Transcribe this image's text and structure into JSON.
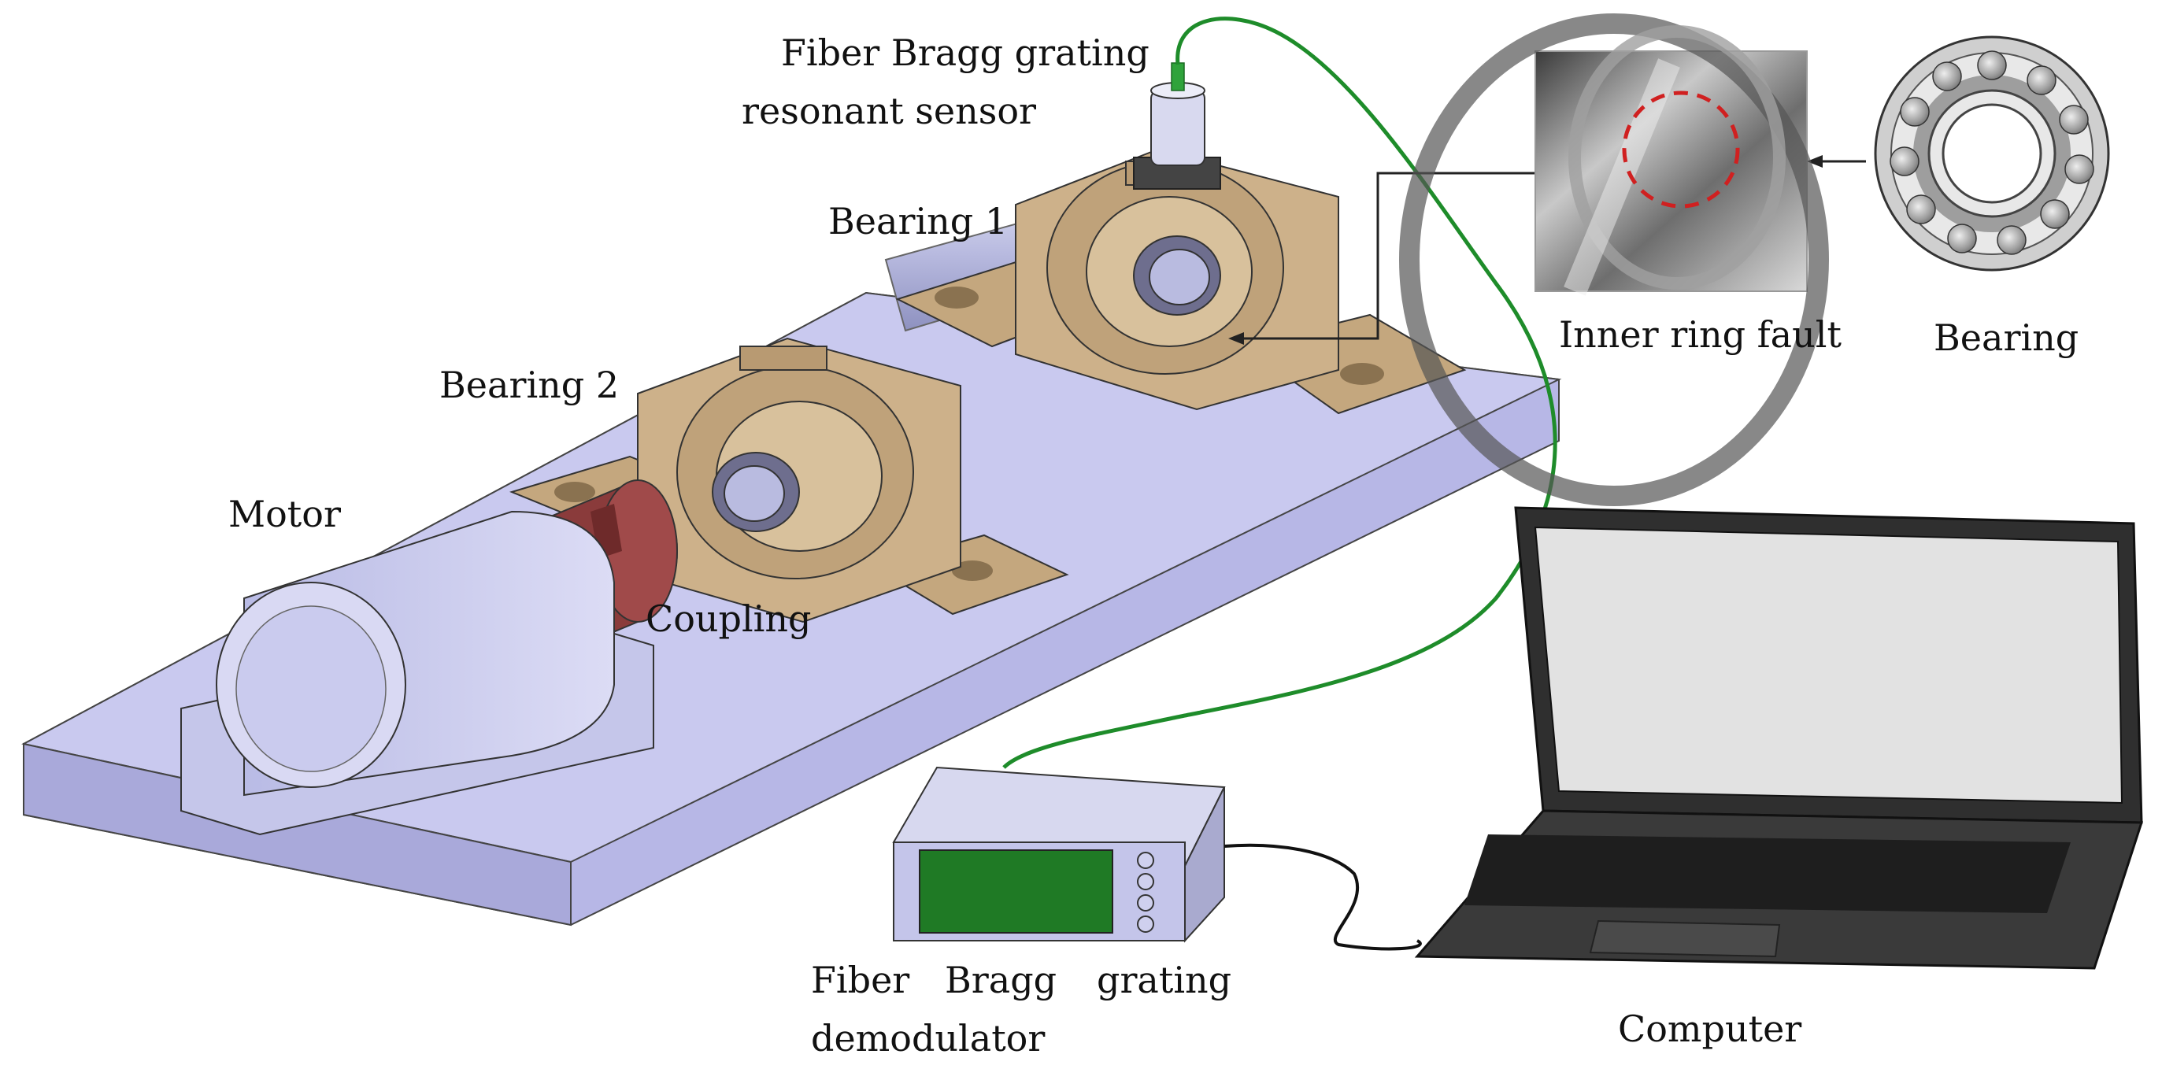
{
  "labels": {
    "sensor_line1": "Fiber Bragg grating",
    "sensor_line2": "resonant sensor",
    "bearing1": "Bearing 1",
    "bearing2": "Bearing 2",
    "motor": "Motor",
    "coupling": "Coupling",
    "inner_ring_fault": "Inner ring fault",
    "bearing": "Bearing",
    "demod_word1": "Fiber",
    "demod_word2": "Bragg",
    "demod_word3": "grating",
    "demod_line2": "demodulator",
    "computer": "Computer"
  },
  "colors": {
    "base_plate": "#c9c9ef",
    "housing": "#cdb18a",
    "coupling": "#8a3b3b",
    "motor": "#cfd0ef",
    "fiber": "#1e8c2a",
    "screen": "#1f7a25",
    "laptop": "#3a3a3a",
    "fault_circle": "#d02020"
  },
  "icons": {
    "sensor": "cylinder-sensor-icon",
    "bearing": "ball-bearing-icon",
    "computer": "laptop-icon",
    "demodulator": "demodulator-box-icon"
  }
}
